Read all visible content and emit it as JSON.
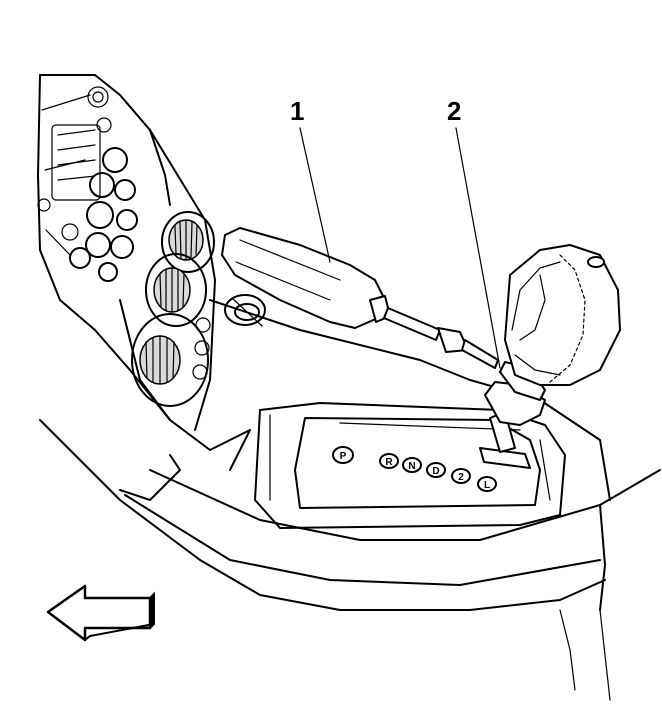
{
  "callouts": [
    {
      "id": "1",
      "label": "1"
    },
    {
      "id": "2",
      "label": "2"
    }
  ],
  "gear_indicator": [
    "P",
    "R",
    "N",
    "D",
    "2",
    "L"
  ],
  "icons": {
    "direction_arrow": "arrow-left-icon",
    "tool": "screwdriver-icon",
    "knob": "shift-knob-icon"
  }
}
